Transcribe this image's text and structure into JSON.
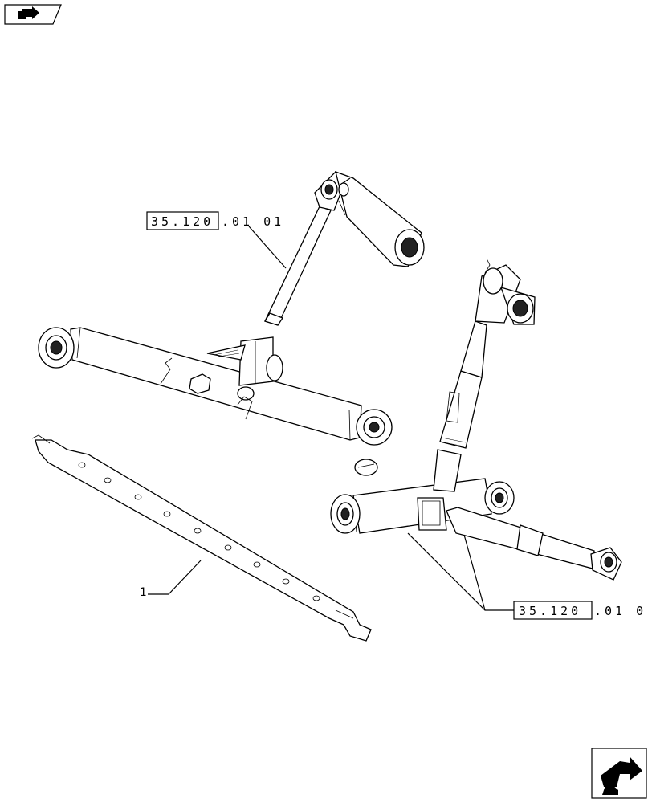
{
  "diagram": {
    "callouts": {
      "top_ref_boxed": "35.120",
      "top_ref_suffix": ".01 01",
      "bottom_ref_boxed": "35.120",
      "bottom_ref_suffix": ".01 0",
      "item_1": "1"
    },
    "icons": {
      "top_left": "previous-page-arrow-icon",
      "bottom_right": "next-page-arrow-icon"
    }
  }
}
